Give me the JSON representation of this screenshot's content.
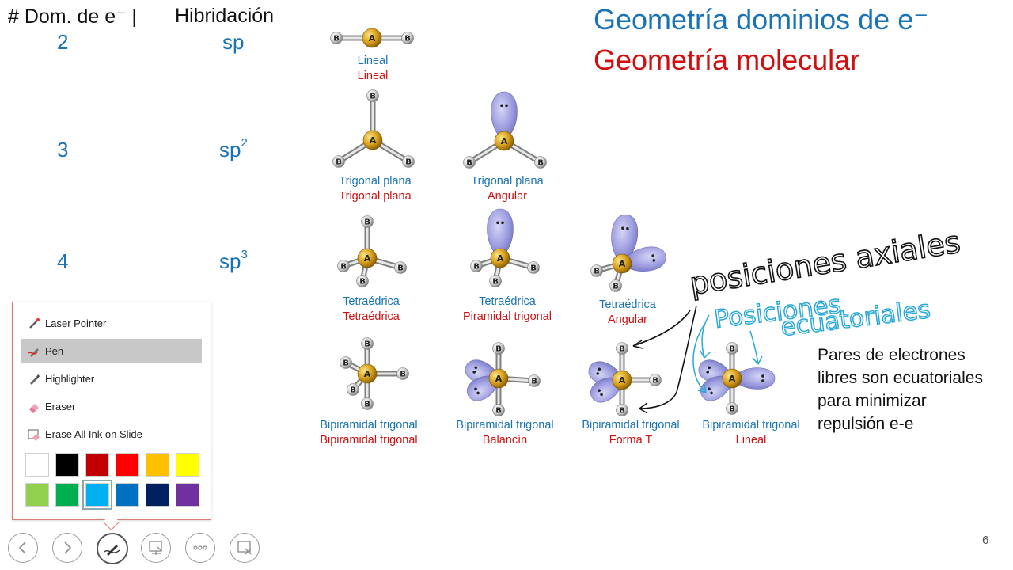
{
  "header": {
    "col1": "# Dom. de e⁻ |",
    "col2": "Hibridación"
  },
  "rows": [
    {
      "domains": "2",
      "hyb": "sp",
      "sup": ""
    },
    {
      "domains": "3",
      "hyb": "sp",
      "sup": "2"
    },
    {
      "domains": "4",
      "hyb": "sp",
      "sup": "3"
    }
  ],
  "titles": {
    "electron_geometry": "Geometría dominios de e⁻",
    "molecular_geometry": "Geometría molecular",
    "colors": {
      "electron_geometry": "#1a73b5",
      "molecular_geometry": "#d01010"
    }
  },
  "atom_labels": {
    "central": "A",
    "terminal": "B"
  },
  "geometries": [
    {
      "edg": "Lineal",
      "mol": "Lineal"
    },
    {
      "edg": "Trigonal plana",
      "mol": "Trigonal plana"
    },
    {
      "edg": "Trigonal plana",
      "mol": "Angular"
    },
    {
      "edg": "Tetraédrica",
      "mol": "Tetraédrica"
    },
    {
      "edg": "Tetraédrica",
      "mol": "Piramidal trigonal"
    },
    {
      "edg": "Tetraédrica",
      "mol": "Angular"
    },
    {
      "edg": "Bipiramidal trigonal",
      "mol": "Bipiramidal trigonal"
    },
    {
      "edg": "Bipiramidal trigonal",
      "mol": "Balancín"
    },
    {
      "edg": "Bipiramidal trigonal",
      "mol": "Forma T"
    },
    {
      "edg": "Bipiramidal trigonal",
      "mol": "Lineal"
    }
  ],
  "annotations": {
    "axial": "posiciones axiales",
    "equatorial_1": "Posiciones",
    "equatorial_2": "ecuatoriales"
  },
  "note": {
    "line1": "Pares de electrones",
    "line2": "libres son ecuatoriales",
    "line3": "para minimizar",
    "line4": "repulsión e-e"
  },
  "pen_menu": {
    "items": [
      {
        "label": "Laser Pointer",
        "icon": "laser-pointer-icon",
        "selected": false
      },
      {
        "label": "Pen",
        "icon": "pen-icon",
        "selected": true
      },
      {
        "label": "Highlighter",
        "icon": "highlighter-icon",
        "selected": false
      },
      {
        "label": "Eraser",
        "icon": "eraser-icon",
        "selected": false
      },
      {
        "label": "Erase All Ink on Slide",
        "icon": "erase-all-ink-icon",
        "selected": false
      }
    ],
    "colors": [
      "#ffffff",
      "#000000",
      "#c00000",
      "#ff0000",
      "#ffc000",
      "#ffff00",
      "#92d050",
      "#00b050",
      "#00b0f0",
      "#0070c0",
      "#002060",
      "#7030a0"
    ],
    "selected_color": "#00b0f0"
  },
  "nav": {
    "buttons": [
      "previous-slide",
      "next-slide",
      "pen-tools",
      "see-all-slides",
      "more-options",
      "end-show"
    ]
  },
  "slide_number": "6"
}
